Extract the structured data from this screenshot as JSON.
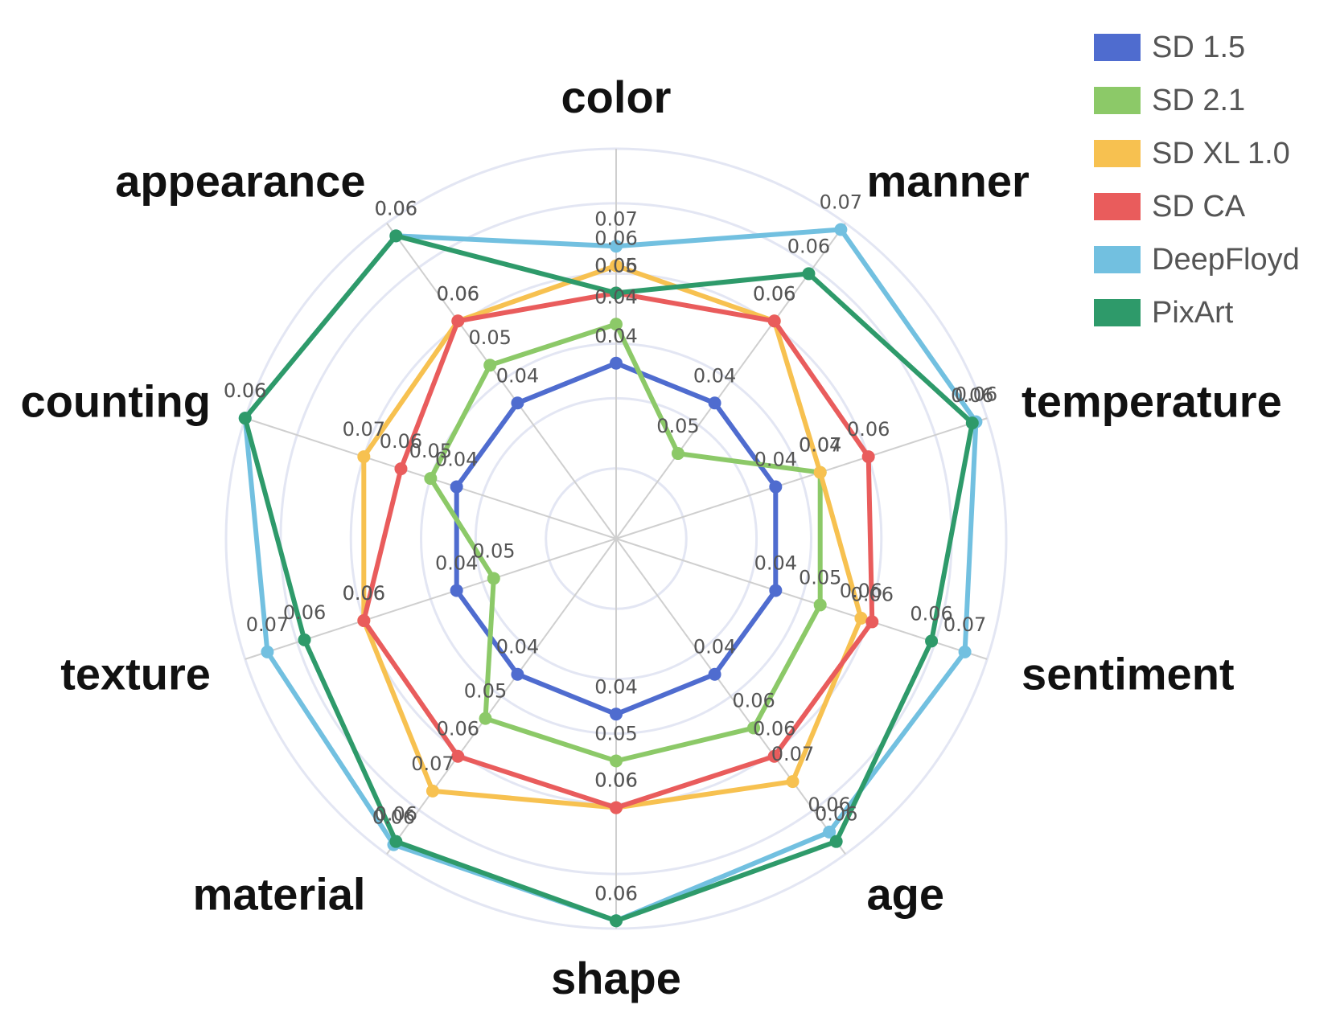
{
  "chart_data": {
    "type": "radar",
    "axes": [
      "color",
      "manner",
      "temperature",
      "sentiment",
      "age",
      "shape",
      "material",
      "texture",
      "counting",
      "appearance"
    ],
    "series": [
      {
        "name": "SD 1.5",
        "color": "#4f6ccf",
        "values": [
          0.04,
          0.04,
          0.04,
          0.04,
          0.04,
          0.04,
          0.04,
          0.04,
          0.04,
          0.04
        ],
        "levels": [
          0.45,
          0.43,
          0.43,
          0.43,
          0.43,
          0.45,
          0.43,
          0.43,
          0.43,
          0.43
        ]
      },
      {
        "name": "SD 2.1",
        "color": "#8cc968",
        "values": [
          0.04,
          0.05,
          0.04,
          0.05,
          0.06,
          0.05,
          0.05,
          0.05,
          0.05,
          0.05
        ],
        "levels": [
          0.55,
          0.27,
          0.55,
          0.55,
          0.6,
          0.57,
          0.57,
          0.33,
          0.5,
          0.55
        ]
      },
      {
        "name": "SD XL 1.0",
        "color": "#f7c150",
        "values": [
          0.06,
          0.06,
          0.07,
          0.06,
          0.07,
          0.06,
          0.07,
          0.06,
          0.07,
          0.06
        ],
        "levels": [
          0.7,
          0.69,
          0.55,
          0.66,
          0.77,
          0.69,
          0.8,
          0.68,
          0.68,
          0.69
        ]
      },
      {
        "name": "SD CA",
        "color": "#e95c5c",
        "values": [
          0.05,
          0.06,
          0.06,
          0.06,
          0.06,
          0.06,
          0.06,
          0.06,
          0.06,
          0.06
        ],
        "levels": [
          0.63,
          0.69,
          0.68,
          0.69,
          0.69,
          0.69,
          0.69,
          0.68,
          0.58,
          0.69
        ]
      },
      {
        "name": "DeepFloyd",
        "color": "#72c0e0",
        "values": [
          0.07,
          0.07,
          0.06,
          0.07,
          0.06,
          0.06,
          0.06,
          0.07,
          0.06,
          0.06
        ],
        "levels": [
          0.75,
          0.98,
          0.97,
          0.94,
          0.93,
          0.98,
          0.97,
          0.94,
          1.0,
          0.96
        ]
      },
      {
        "name": "PixArt",
        "color": "#2e9a6a",
        "values": [
          0.06,
          0.06,
          0.06,
          0.06,
          0.06,
          0.06,
          0.06,
          0.06,
          0.06,
          0.06
        ],
        "levels": [
          0.63,
          0.84,
          0.96,
          0.85,
          0.96,
          0.98,
          0.96,
          0.84,
          1.0,
          0.96
        ]
      }
    ],
    "label_series_order": [
      4,
      2,
      3,
      1,
      0,
      5
    ],
    "legend_position": "top-right"
  }
}
